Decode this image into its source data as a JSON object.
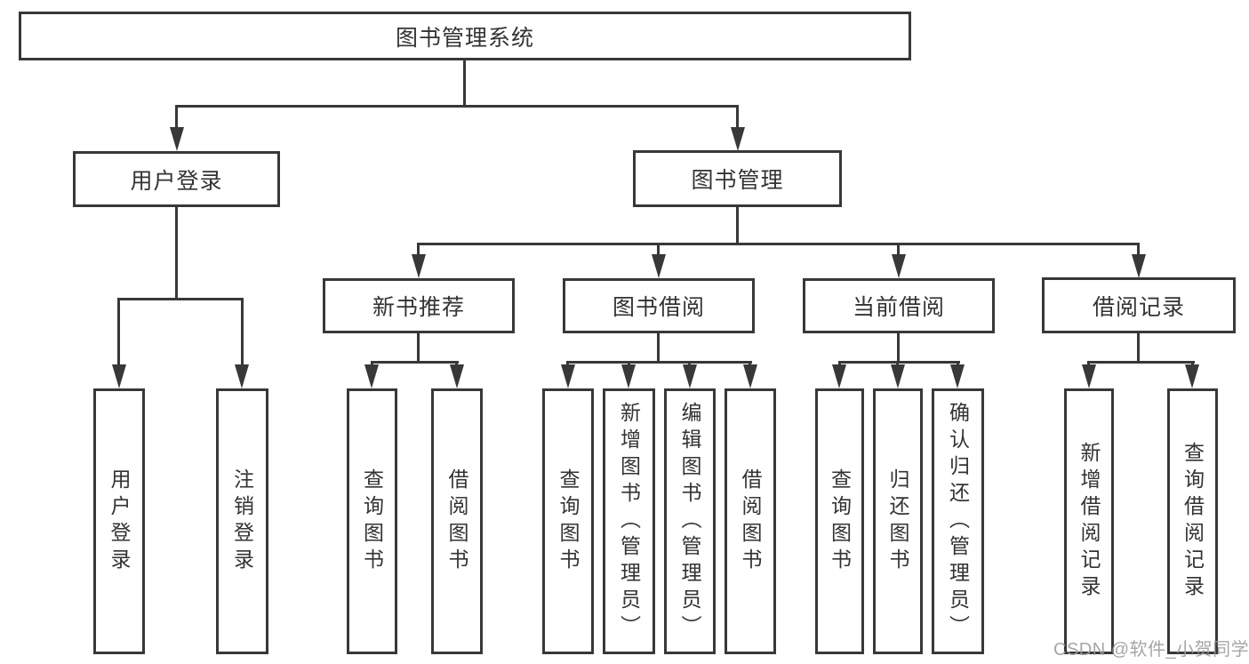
{
  "title": {
    "label": "图书管理系统"
  },
  "level2": [
    {
      "label": "用户登录"
    },
    {
      "label": "图书管理"
    }
  ],
  "level3": [
    {
      "label": "新书推荐"
    },
    {
      "label": "图书借阅"
    },
    {
      "label": "当前借阅"
    },
    {
      "label": "借阅记录"
    }
  ],
  "leaves": [
    {
      "label": "用户登录",
      "parent": "用户登录"
    },
    {
      "label": "注销登录",
      "parent": "用户登录"
    },
    {
      "label": "查询图书",
      "parent": "新书推荐"
    },
    {
      "label": "借阅图书",
      "parent": "新书推荐"
    },
    {
      "label": "查询图书",
      "parent": "图书借阅"
    },
    {
      "label": "新增图书（管理员）",
      "parent": "图书借阅"
    },
    {
      "label": "编辑图书（管理员）",
      "parent": "图书借阅"
    },
    {
      "label": "借阅图书",
      "parent": "图书借阅"
    },
    {
      "label": "查询图书",
      "parent": "当前借阅"
    },
    {
      "label": "归还图书",
      "parent": "当前借阅"
    },
    {
      "label": "确认归还（管理员）",
      "parent": "当前借阅"
    },
    {
      "label": "新增借阅记录",
      "parent": "借阅记录"
    },
    {
      "label": "查询借阅记录",
      "parent": "借阅记录"
    }
  ],
  "watermark": {
    "text": "CSDN @软件_小贺同学"
  },
  "colors": {
    "line": "#383838",
    "text": "#333333",
    "background": "#ffffff",
    "watermark": "#9e9e9e"
  }
}
